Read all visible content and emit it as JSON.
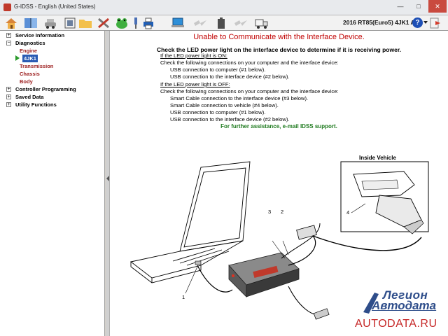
{
  "window": {
    "title": "G-IDSS - English (United States)"
  },
  "toolbar": {
    "icons": [
      "home-icon",
      "book-icon",
      "vehicle-tools-icon",
      "ecu-icon",
      "folder-icon",
      "tools-icon",
      "frog-icon",
      "probe-icon",
      "printer-icon",
      "laptop-icon",
      "lightning-icon",
      "battery-icon",
      "lightning-icon",
      "truck-icon"
    ],
    "vehicle_id": "2016 RT85(Euro5) 4JK1 AY6",
    "help_label": "?"
  },
  "tree": {
    "service_information": "Service Information",
    "diagnostics": "Diagnostics",
    "engine": "Engine",
    "selected": "4JK1",
    "transmission": "Transmission",
    "chassis": "Chassis",
    "body": "Body",
    "controller_programming": "Controller Programming",
    "saved_data": "Saved Data",
    "utility_functions": "Utility Functions",
    "expand_plus": "+",
    "expand_minus": "−"
  },
  "content": {
    "title": "Unable to Communicate with the Interface Device.",
    "heading": "Check the LED power light on the interface device to determine if it is receiving power.",
    "on_header": "If the LED power light is ON:",
    "on_check": "Check the following connections on your computer and the interface device:",
    "on_items": [
      "USB connection to computer (#1 below).",
      "USB connection to the interface device (#2 below)."
    ],
    "off_header": "If the LED power light is OFF:",
    "off_check": "Check the following connections on your computer and the interface device:",
    "off_items": [
      "Smart Cable connection to the interface device (#3 below).",
      "Smart Cable connection to vehicle (#4 below).",
      "USB connection to computer (#1 below).",
      "USB connection to the interface device (#2 below)."
    ],
    "assist": "For further assistance, e-mail IDSS support.",
    "inside_vehicle": "Inside Vehicle",
    "callouts": [
      "1",
      "2",
      "3",
      "4"
    ]
  },
  "watermark": {
    "line1": "Легион",
    "line2": "Автодата",
    "line3": "AUTODATA.RU"
  },
  "colors": {
    "title_red": "#c00000",
    "assist_green": "#1e7a1e",
    "tree_red": "#9b1b1b",
    "selection_blue": "#2a5bb3"
  }
}
